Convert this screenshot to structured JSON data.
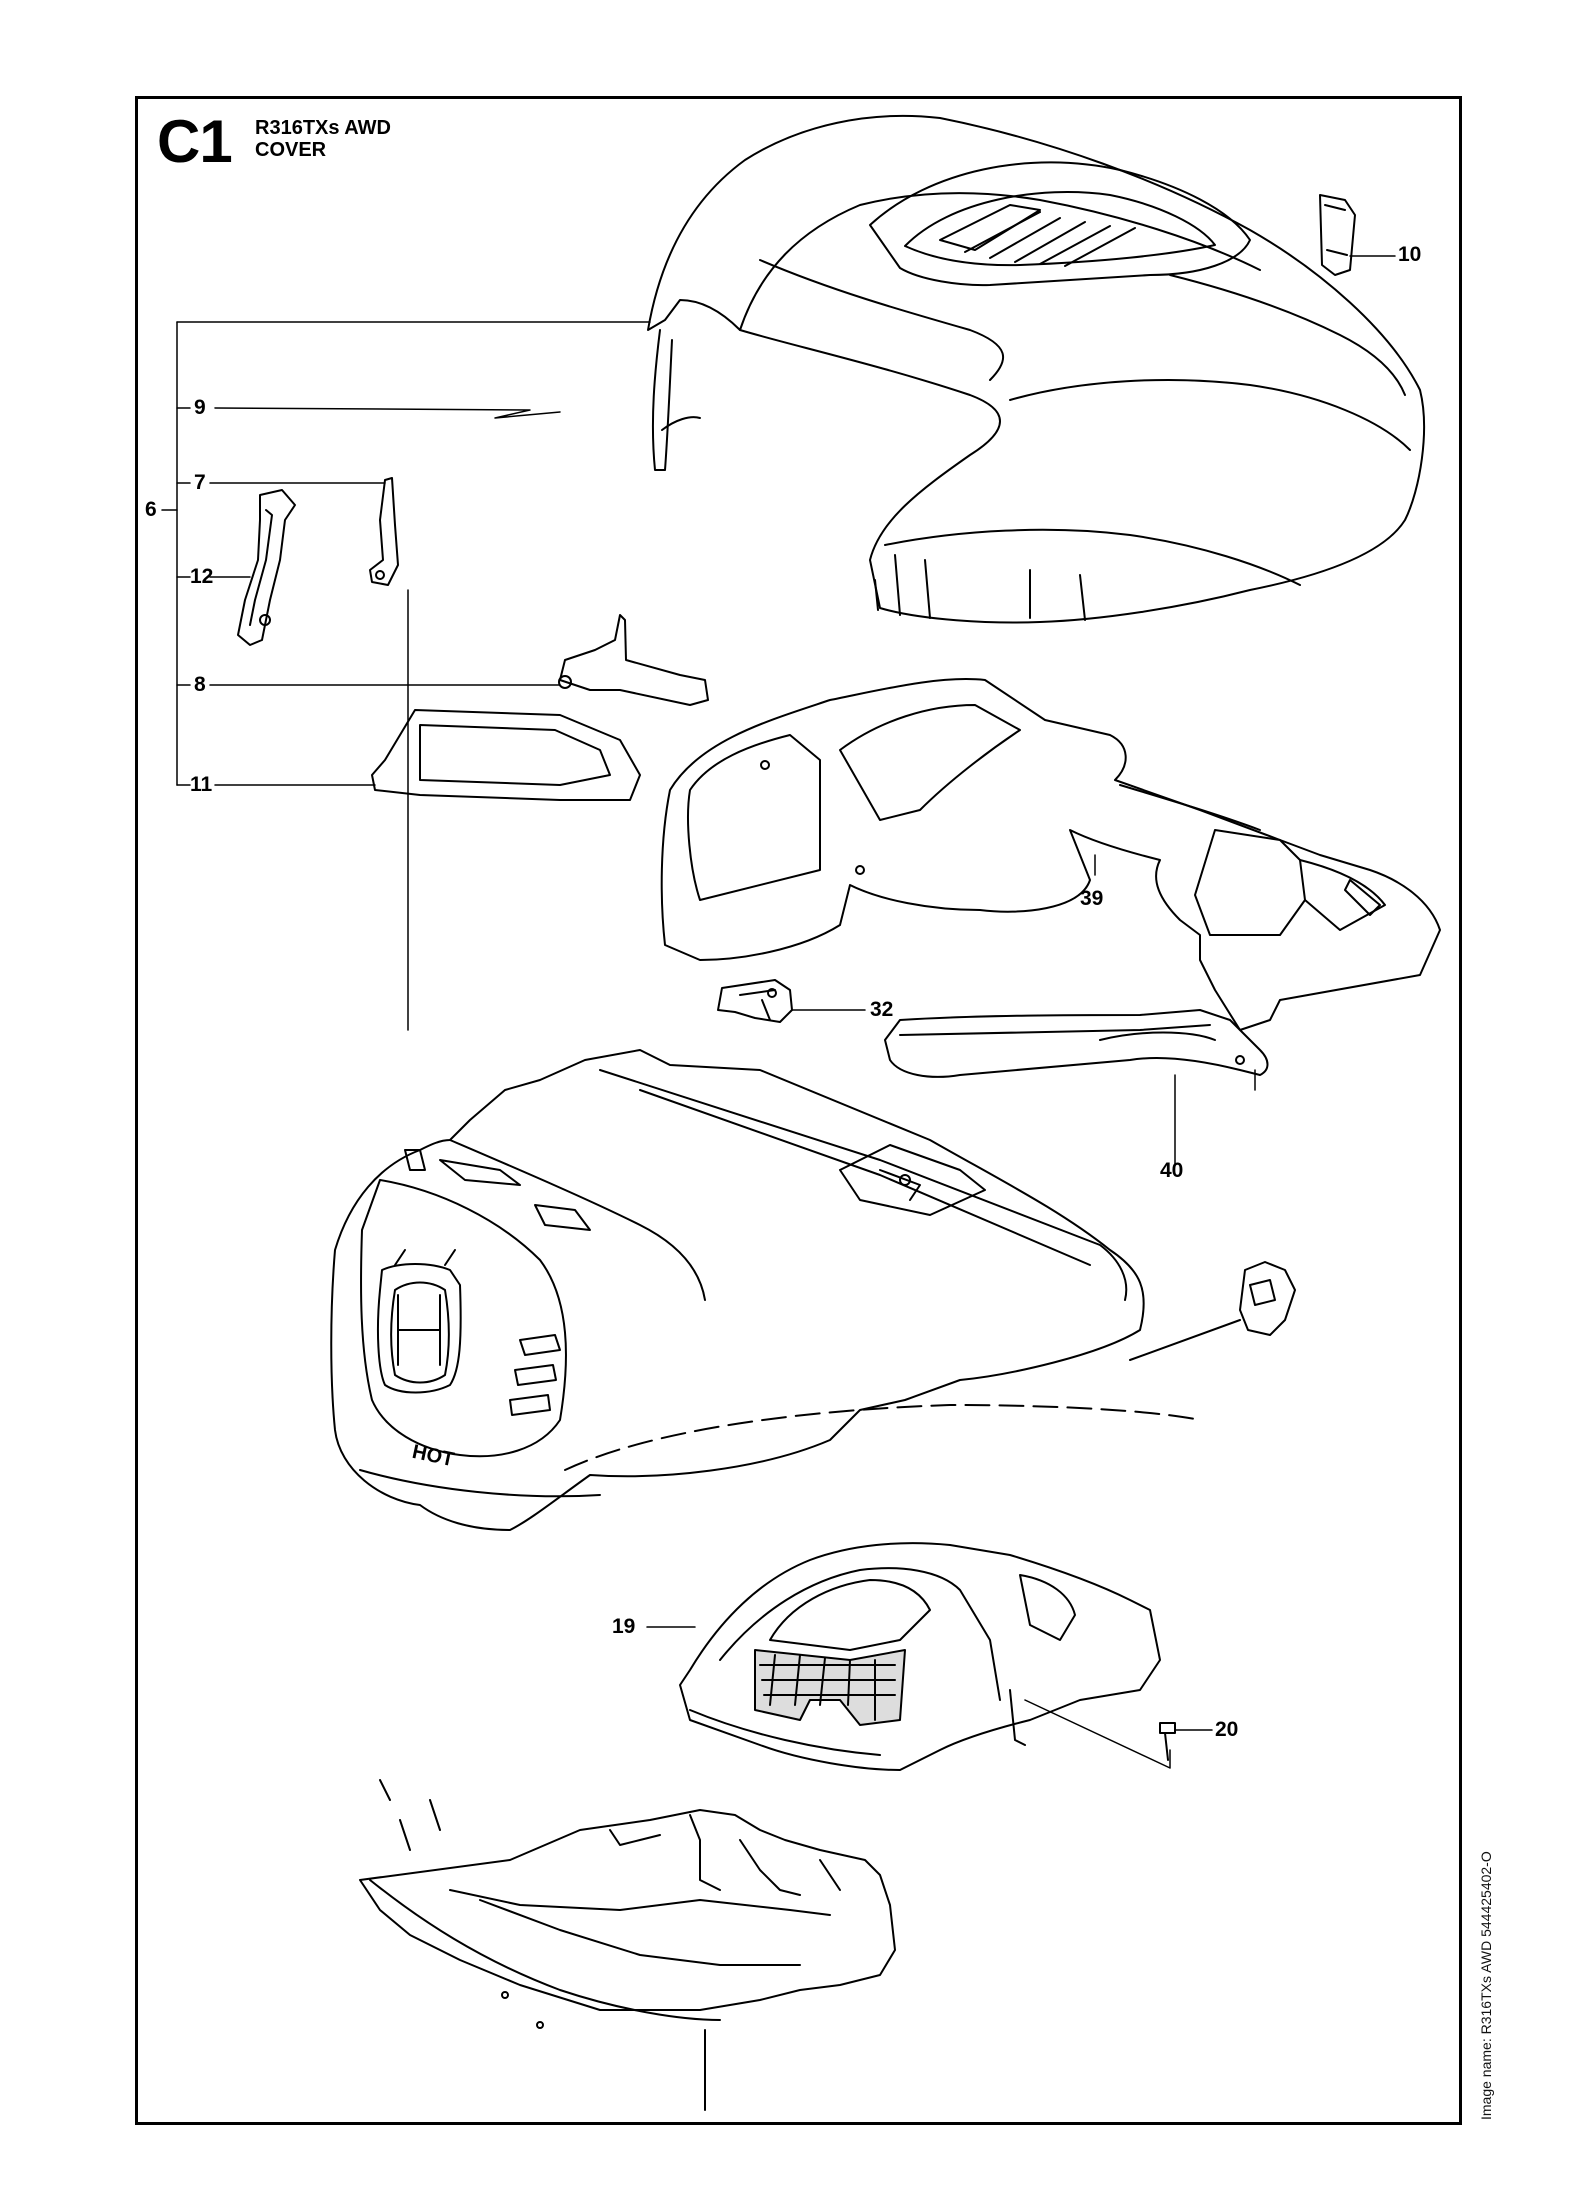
{
  "header": {
    "code": "C1",
    "model": "R316TXs AWD",
    "section": "COVER"
  },
  "callouts": {
    "c6": "6",
    "c7": "7",
    "c8": "8",
    "c9": "9",
    "c10": "10",
    "c11": "11",
    "c12": "12",
    "c19": "19",
    "c20": "20",
    "c32": "32",
    "c39": "39",
    "c40": "40"
  },
  "parts": {
    "hood_badge": "HOT"
  },
  "footer": {
    "image_name": "Image name: R316TXs AWD 544425402-O"
  }
}
